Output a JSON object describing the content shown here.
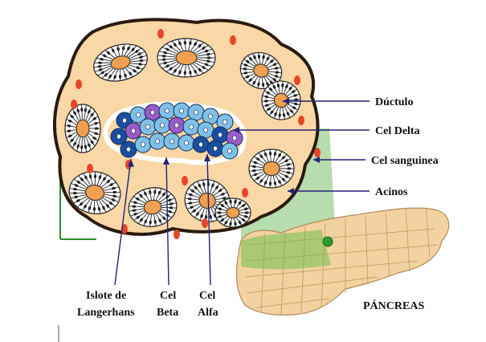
{
  "labels": {
    "ductulo": "Dúctulo",
    "cel_delta": "Cel Delta",
    "cel_sanguinea": "Cel sanguinea",
    "acinos": "Acinos",
    "islote_line1": "Islote de",
    "islote_line2": "Langerhans",
    "beta_line1": "Cel",
    "beta_line2": "Beta",
    "alfa_line1": "Cel",
    "alfa_line2": "Alfa",
    "pancreas": "PÁNCREAS"
  },
  "colors": {
    "lobule_fill": "#f9d7a6",
    "lobule_stroke": "#2a1a10",
    "acinus_ring": "#ffffff",
    "acinus_center": "#f0a050",
    "blood_cell": "#e8452a",
    "beta_cell": "#7fc0e6",
    "alpha_cell": "#1a4fa0",
    "delta_cell": "#9a5ac8",
    "leader_line": "#222277",
    "pancreas_fill": "#f3d2a2",
    "zoom_wedge": "#7cbf6a"
  }
}
